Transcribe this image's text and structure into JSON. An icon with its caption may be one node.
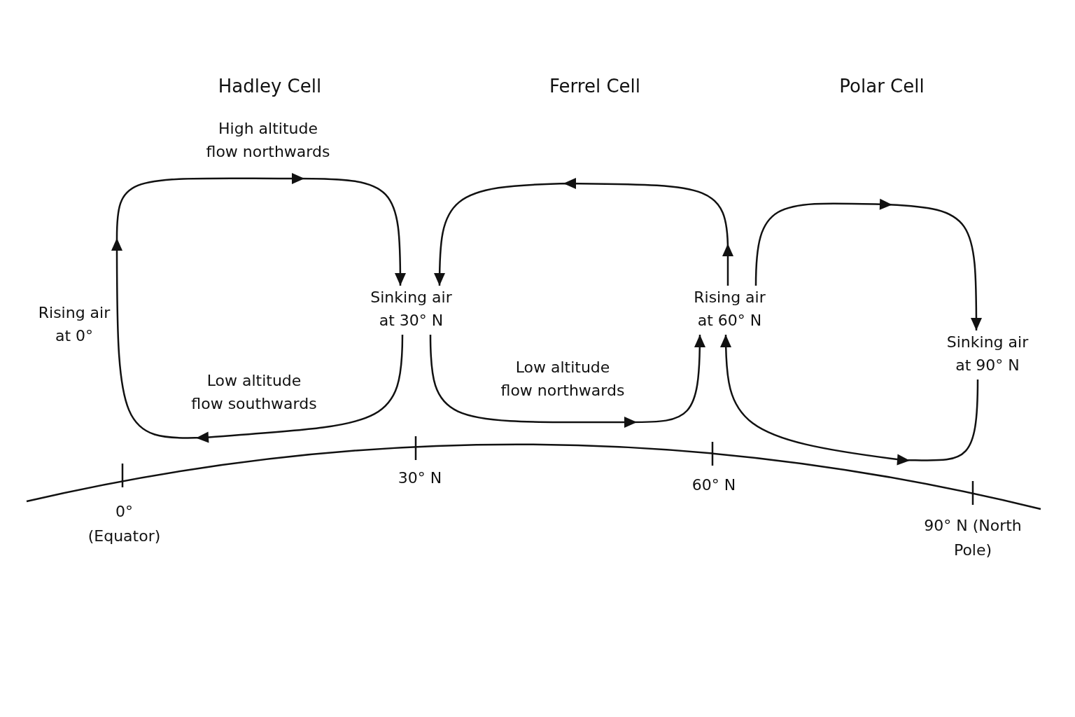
{
  "diagram": {
    "nodes": [
      {
        "text": [
          "Rising air at 0°"
        ]
      },
      {
        "text": [
          "Sinking air at 30° N"
        ]
      },
      {
        "text": [
          "Rising air at 60° N"
        ]
      },
      {
        "text": [
          "Sinking air at 90° N"
        ]
      }
    ],
    "edges": [
      {
        "from": 1,
        "to": 0,
        "arrow": "to",
        "label": "Low altitude flow southwards"
      },
      {
        "from": 0,
        "to": 1,
        "arrow": "to",
        "label": "High altitude flow northwards"
      },
      {
        "from": 2,
        "to": 1,
        "arrow": "to"
      },
      {
        "from": 1,
        "to": 2,
        "arrow": "to",
        "label": "Low altitude flow northwards"
      },
      {
        "from": 2,
        "to": 3,
        "arrow": "to"
      },
      {
        "from": 3,
        "to": 2,
        "arrow": "to"
      }
    ],
    "labels": [
      "Hadley Cell",
      "Ferrel Cell",
      "Polar Cell",
      "0° (Equator)",
      "30° N",
      "60° N",
      "90° N (North Pole)"
    ]
  }
}
